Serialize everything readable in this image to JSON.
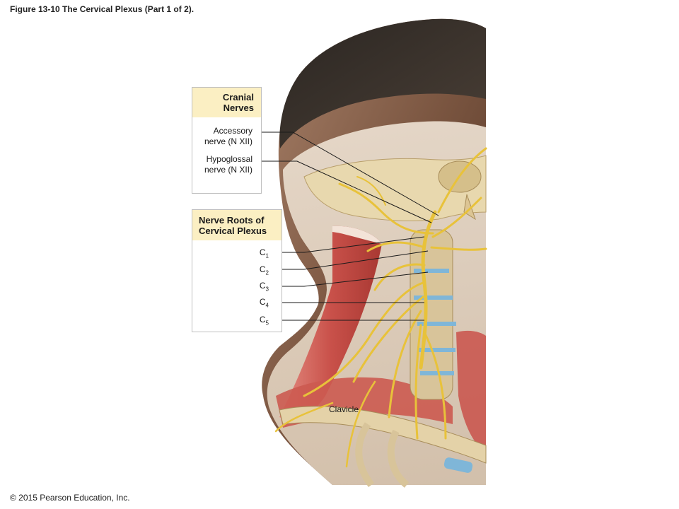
{
  "figure_title": "Figure 13-10 The Cervical Plexus (Part 1 of 2).",
  "copyright": "© 2015 Pearson Education, Inc.",
  "cranial_box": {
    "heading_line1": "Cranial",
    "heading_line2": "Nerves",
    "accessory_line1": "Accessory",
    "accessory_line2": "nerve (N XII)",
    "hypoglossal_line1": "Hypoglossal",
    "hypoglossal_line2": "nerve (N XII)"
  },
  "roots_box": {
    "heading_line1": "Nerve Roots of",
    "heading_line2": "Cervical Plexus",
    "roots": [
      {
        "letter": "C",
        "sub": "1"
      },
      {
        "letter": "C",
        "sub": "2"
      },
      {
        "letter": "C",
        "sub": "3"
      },
      {
        "letter": "C",
        "sub": "4"
      },
      {
        "letter": "C",
        "sub": "5"
      }
    ]
  },
  "clavicle_label": "Clavicle",
  "colors": {
    "box_header": "#fbefc3",
    "skin": "#7a5540",
    "muscle": "#c9514a",
    "nerve": "#e8c23a",
    "bone": "#d8c49a",
    "disc": "#7fb6d8"
  }
}
